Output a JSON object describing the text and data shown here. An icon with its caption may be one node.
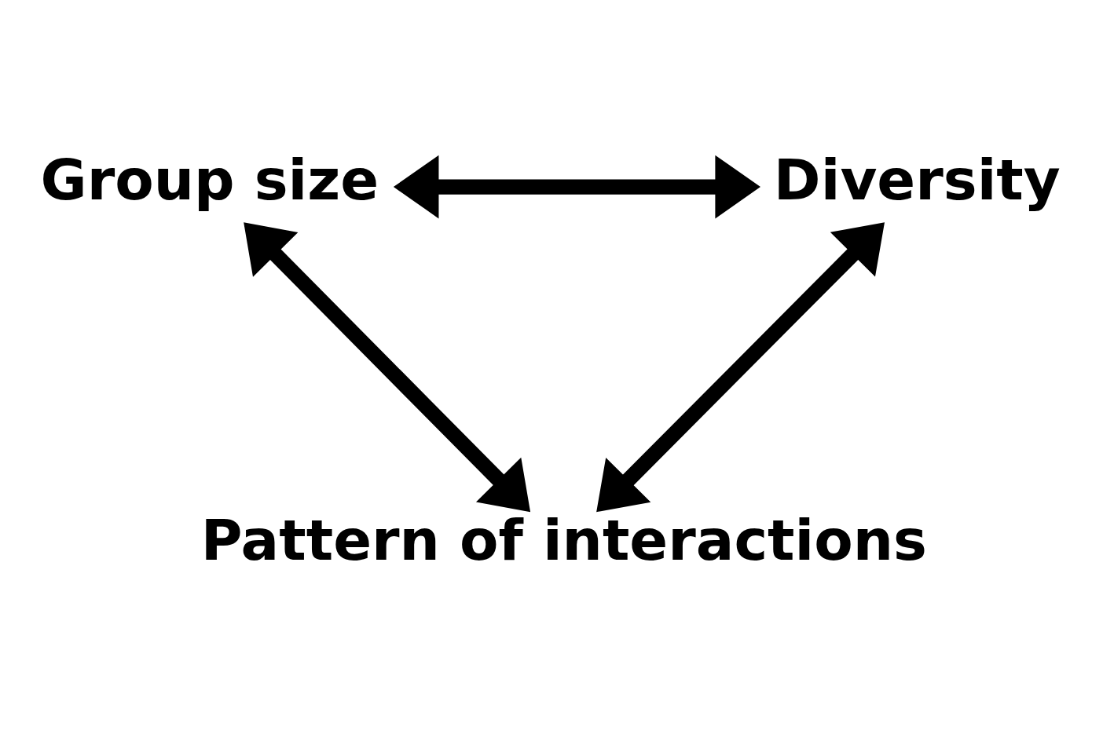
{
  "diagram": {
    "nodes": [
      {
        "text": [
          "Group size"
        ]
      },
      {
        "text": [
          "Diversity"
        ]
      },
      {
        "text": [
          "Pattern of interactions"
        ]
      }
    ],
    "edges": [
      {
        "from": 0,
        "to": 1,
        "arrow": "both"
      },
      {
        "from": 0,
        "to": 2,
        "arrow": "both"
      },
      {
        "from": 1,
        "to": 2,
        "arrow": "both"
      }
    ]
  }
}
